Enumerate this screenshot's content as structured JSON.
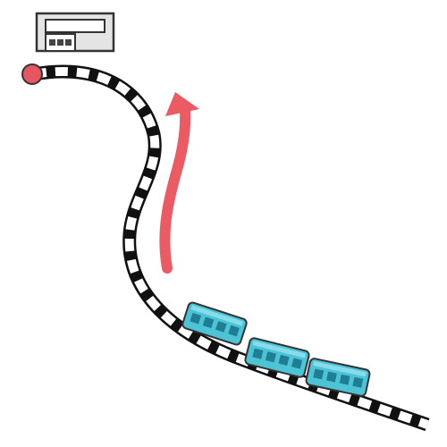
{
  "colors": {
    "track_rail": "#111111",
    "track_tie": "#ffffff",
    "outline": "#333333",
    "station_fill": "#e4e4e4",
    "station_panel": "#ffffff",
    "endpoint": "#e8545f",
    "arrow": "#ec5a63",
    "train_body": "#4cc4d6",
    "train_window": "#1f7e93",
    "train_roof": "#86dcea"
  },
  "icons": {
    "station": "station-building-icon",
    "endpoint": "track-end-marker",
    "direction": "direction-arrow-up",
    "train": "train-icon"
  },
  "scene": {
    "train_cars": 3,
    "direction": "toward-station"
  }
}
